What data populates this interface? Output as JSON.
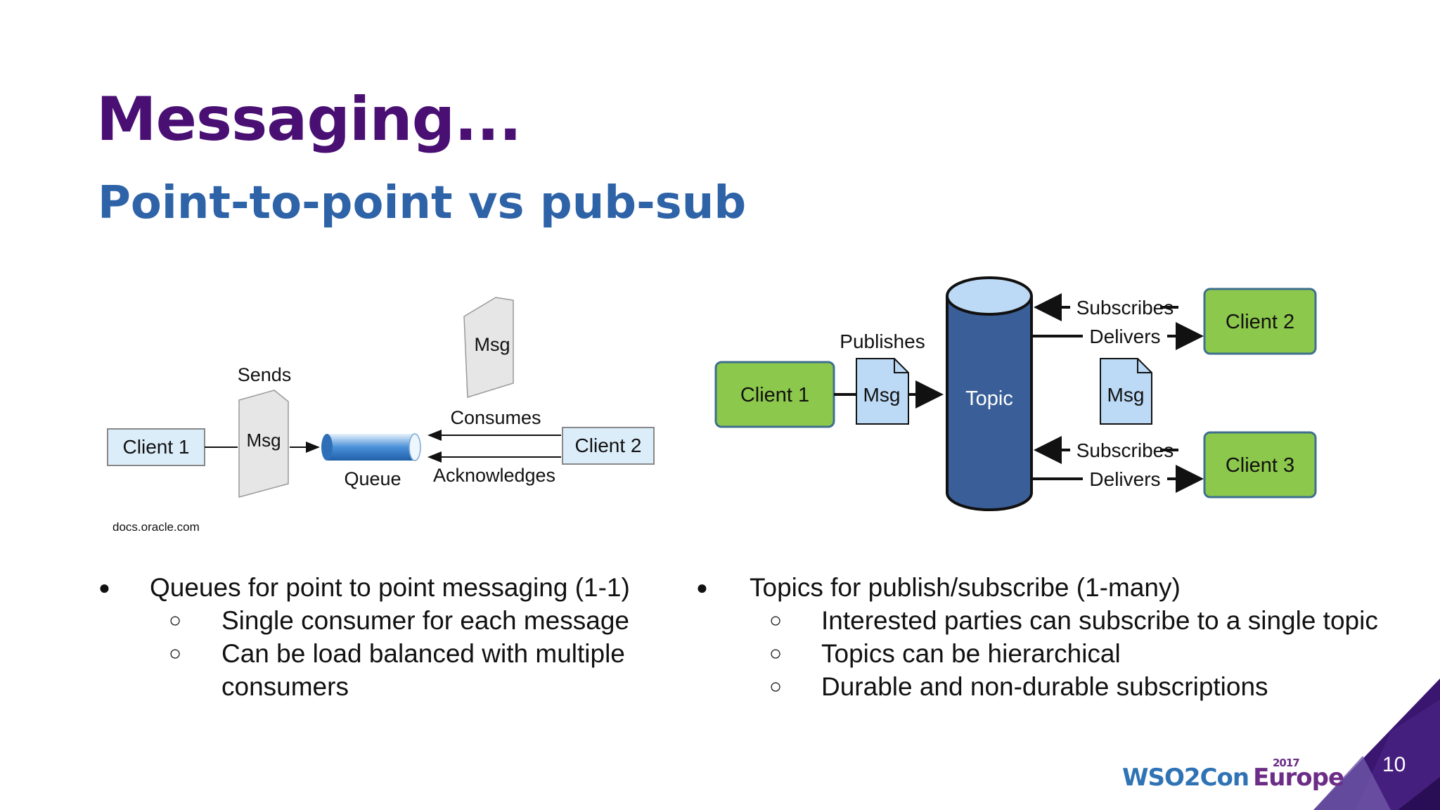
{
  "slide": {
    "title": "Messaging...",
    "subtitle": "Point-to-point vs pub-sub",
    "page_number": "10",
    "credit": "docs.oracle.com"
  },
  "left_diagram": {
    "client1": "Client 1",
    "client2": "Client 2",
    "sends": "Sends",
    "msg_sent": "Msg",
    "msg_consumed": "Msg",
    "queue": "Queue",
    "consumes": "Consumes",
    "acknowledges": "Acknowledges"
  },
  "right_diagram": {
    "client1": "Client 1",
    "client2": "Client 2",
    "client3": "Client 3",
    "publishes": "Publishes",
    "msg_published": "Msg",
    "msg_delivered": "Msg",
    "topic": "Topic",
    "subscribes_top": "Subscribes",
    "delivers_top": "Delivers",
    "subscribes_bottom": "Subscribes",
    "delivers_bottom": "Delivers"
  },
  "left_bullets": {
    "main": "Queues for point to point messaging (1-1)",
    "sub1": "Single consumer for each message",
    "sub2_line1": "Can be load balanced with multiple",
    "sub2_line2": "consumers"
  },
  "right_bullets": {
    "main": "Topics for publish/subscribe (1-many)",
    "sub1": "Interested parties can subscribe to a single topic",
    "sub2": "Topics can be hierarchical",
    "sub3": "Durable and non-durable subscriptions"
  },
  "markers": {
    "bullet": "●",
    "sub_bullet": "○"
  },
  "logo": {
    "wso": "WSO2",
    "con": "Con",
    "europe": "Europe",
    "year": "2017"
  },
  "colors": {
    "title": "#4a0f73",
    "subtitle": "#2e63a8",
    "client_green": "#8cc84b",
    "topic_blue": "#3a5f98",
    "corner_purple": "#3b1670"
  }
}
